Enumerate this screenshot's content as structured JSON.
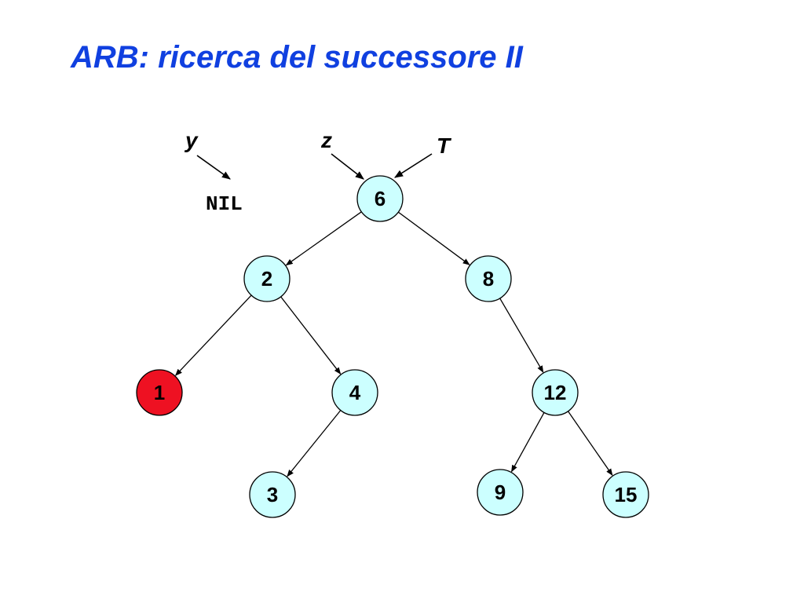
{
  "title": "ARB: ricerca del successore II",
  "colors": {
    "title": "#1040e0",
    "node_fill": "#ccffff",
    "node_highlight_fill": "#ee1122",
    "stroke": "#000000"
  },
  "nodes": [
    {
      "id": "n6",
      "label": "6",
      "highlight": false
    },
    {
      "id": "n2",
      "label": "2",
      "highlight": false
    },
    {
      "id": "n8",
      "label": "8",
      "highlight": false
    },
    {
      "id": "n1",
      "label": "1",
      "highlight": true
    },
    {
      "id": "n4",
      "label": "4",
      "highlight": false
    },
    {
      "id": "n12",
      "label": "12",
      "highlight": false
    },
    {
      "id": "n3",
      "label": "3",
      "highlight": false
    },
    {
      "id": "n9",
      "label": "9",
      "highlight": false
    },
    {
      "id": "n15",
      "label": "15",
      "highlight": false
    }
  ],
  "edges": [
    {
      "from": "n6",
      "to": "n2"
    },
    {
      "from": "n6",
      "to": "n8"
    },
    {
      "from": "n2",
      "to": "n1"
    },
    {
      "from": "n2",
      "to": "n4"
    },
    {
      "from": "n8",
      "to": "n12"
    },
    {
      "from": "n4",
      "to": "n3"
    },
    {
      "from": "n12",
      "to": "n9"
    },
    {
      "from": "n12",
      "to": "n15"
    }
  ],
  "pointers": {
    "y": {
      "label": "y",
      "target": "NIL"
    },
    "z": {
      "label": "z",
      "target": "6"
    },
    "T": {
      "label": "T",
      "target": "6"
    }
  },
  "nil_label": "NIL"
}
